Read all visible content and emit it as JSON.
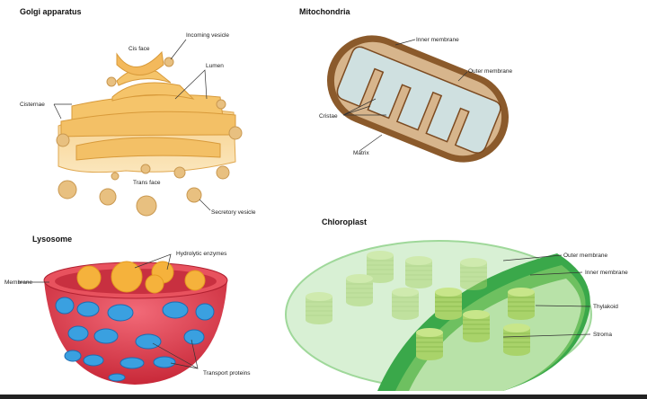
{
  "golgi": {
    "title": "Golgi apparatus",
    "labels": {
      "incoming_vesicle": "Incoming vesicle",
      "cis_face": "Cis face",
      "lumen": "Lumen",
      "cisternae": "Cisternae",
      "trans_face": "Trans face",
      "secretory_vesicle": "Secretory vesicle"
    }
  },
  "mitochondria": {
    "title": "Mitochondria",
    "labels": {
      "inner_membrane": "Inner membrane",
      "outer_membrane": "Outer membrane",
      "cristae": "Cristae",
      "matrix": "Matrix"
    }
  },
  "lysosome": {
    "title": "Lysosome",
    "labels": {
      "hydrolytic_enzymes": "Hydrolytic enzymes",
      "membrane": "Membrane",
      "transport_proteins": "Transport proteins"
    }
  },
  "chloroplast": {
    "title": "Chloroplast",
    "labels": {
      "outer_membrane": "Outer membrane",
      "inner_membrane": "Inner membrane",
      "thylakoid": "Thylakoid",
      "stroma": "Stroma"
    }
  },
  "colors": {
    "golgi": "#f2c070",
    "mito_outer": "#8b5a2b",
    "mito_inner": "#cfe0e0",
    "lyso": "#e0404f",
    "lyso_protein": "#3aa0e0",
    "chloro": "#9fd89a",
    "thylakoid": "#9fcf4a"
  }
}
